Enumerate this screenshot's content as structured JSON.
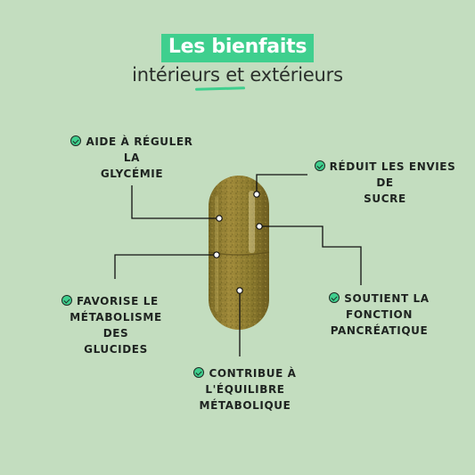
{
  "header": {
    "title": "Les bienfaits",
    "subtitle": "intérieurs et extérieurs"
  },
  "benefits": [
    {
      "line1": "AIDE À RÉGULER LA",
      "line2": "GLYCÉMIE"
    },
    {
      "line1": "RÉDUIT LES ENVIES DE",
      "line2": "SUCRE"
    },
    {
      "line1": "FAVORISE LE",
      "line2": "MÉTABOLISME DES",
      "line3": "GLUCIDES"
    },
    {
      "line1": "SOUTIENT LA FONCTION",
      "line2": "PANCRÉATIQUE"
    },
    {
      "line1": "CONTRIBUE À L'ÉQUILIBRE",
      "line2": "MÉTABOLIQUE"
    }
  ],
  "icons": {
    "bullet": "check-circle-icon",
    "product": "capsule"
  },
  "colors": {
    "background": "#c3ddbf",
    "accent": "#3fcf8e",
    "capsule": "#8a7a2e"
  }
}
